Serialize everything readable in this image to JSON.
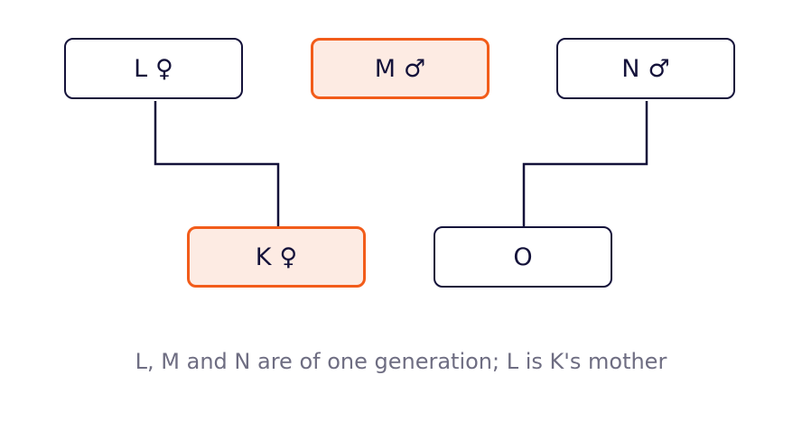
{
  "nodes": {
    "l": {
      "label": "L",
      "symbol": "♀"
    },
    "m": {
      "label": "M",
      "symbol": "♂"
    },
    "n": {
      "label": "N",
      "symbol": "♂"
    },
    "k": {
      "label": "K",
      "symbol": "♀"
    },
    "o": {
      "label": "O",
      "symbol": ""
    }
  },
  "caption": "L, M and N are of one generation; L is K's mother",
  "colors": {
    "stroke": "#14123a",
    "highlight_border": "#f25c1a",
    "highlight_fill": "#fdebe3",
    "caption_text": "#6e6d82"
  }
}
